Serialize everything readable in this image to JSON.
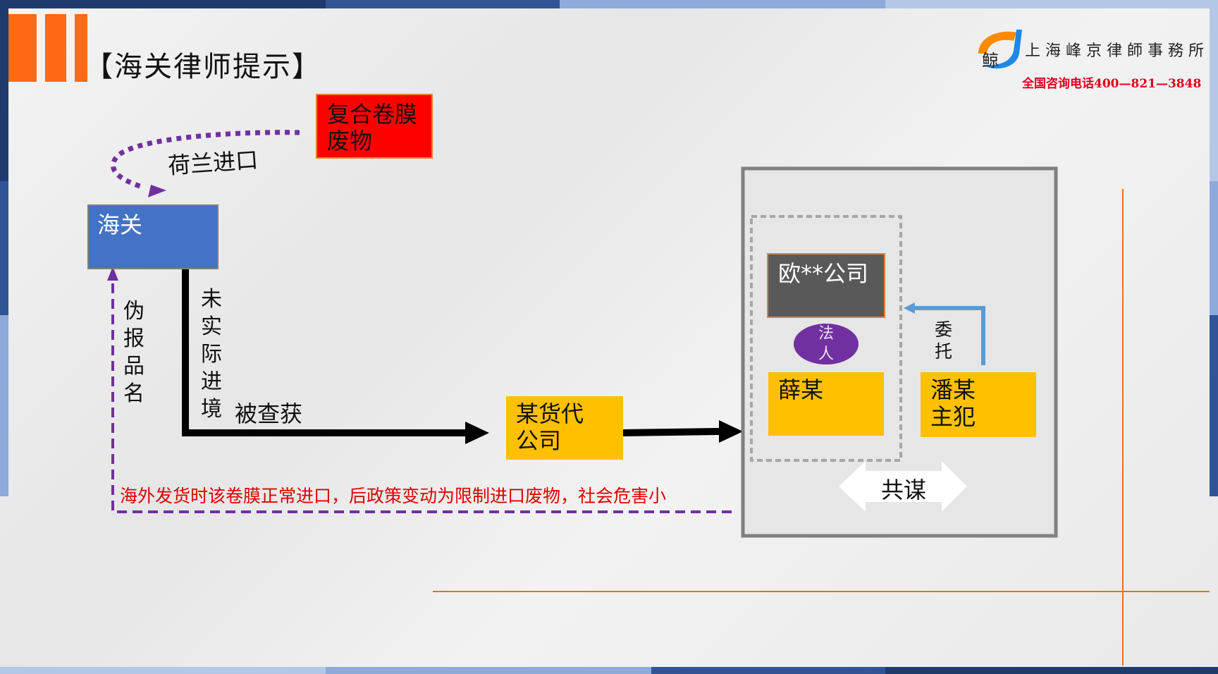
{
  "header": {
    "title": "【海关律师提示】"
  },
  "logo": {
    "mark_char": "鲸",
    "firm_name": "上海峰京律師事務所",
    "phone": "全国咨询电话400—821—3848"
  },
  "diagram": {
    "waste_box": "复合卷膜\n废物",
    "import_label": "荷兰进口",
    "customs_box": "海关",
    "false_report_label": "伪报品名",
    "not_entered_label": "未实际进境",
    "seized_label": "被查获",
    "forwarder_box": "某货代\n公司",
    "note_text": "海外发货时该卷膜正常进口，后政策变动为限制进口废物，社会危害小",
    "company_box": "欧**公司",
    "legal_person_label": "法\n人",
    "xue_box": "薛某",
    "pan_box": "潘某\n主犯",
    "entrust_label": "委\n托",
    "conspiracy_label": "共谋"
  },
  "colors": {
    "accent_orange": "#ff6a13",
    "customs_blue": "#4472c4",
    "waste_red": "#ff0000",
    "box_yellow": "#ffc000",
    "company_dark": "#595959",
    "legal_purple": "#7030a0",
    "note_red": "#e00000",
    "arrow_blue": "#5b9bd5"
  }
}
